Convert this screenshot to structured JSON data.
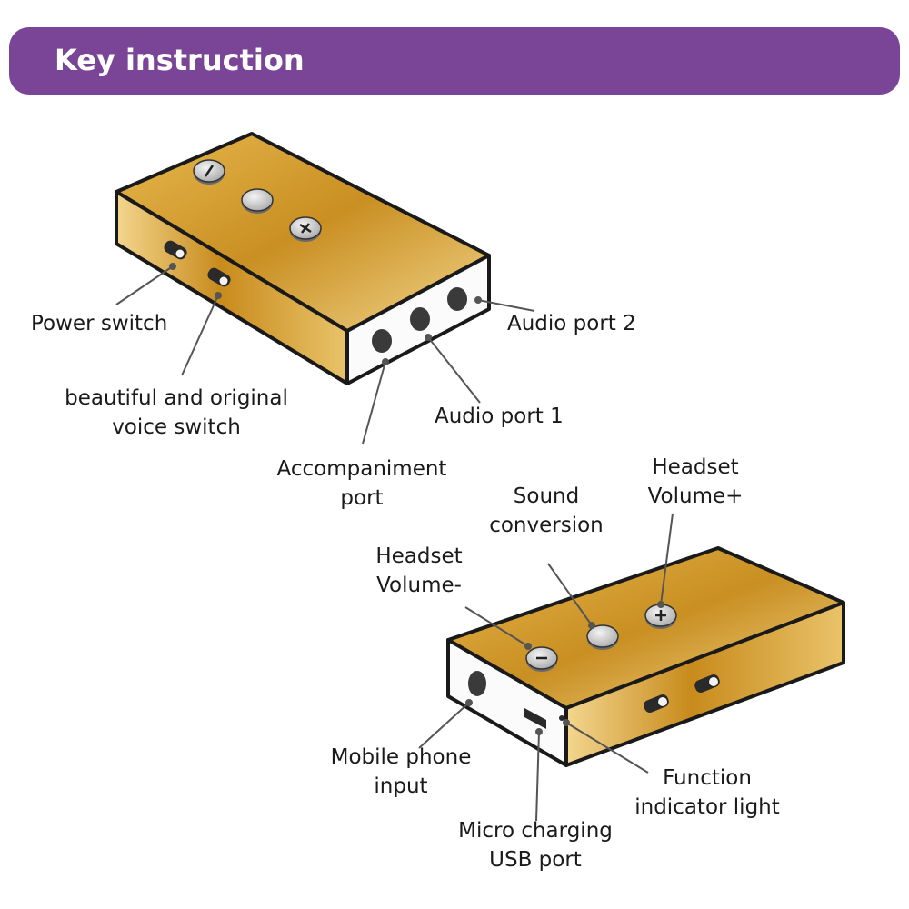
{
  "header": {
    "title": "Key instruction"
  },
  "colors": {
    "banner": "#7a4596",
    "device_gold": "#d4a23a",
    "device_end": "#fbfbfb",
    "outline": "#1a1a1a",
    "leader": "#555555"
  },
  "device_top": {
    "buttons": [
      "minus-button",
      "center-button",
      "plus-button"
    ],
    "labels": {
      "power_switch": "Power switch",
      "voice_switch_line1": "beautiful and original",
      "voice_switch_line2": "voice  switch",
      "accompaniment_line1": "Accompaniment",
      "accompaniment_line2": "port",
      "audio_port_1": "Audio port 1",
      "audio_port_2": "Audio port 2"
    }
  },
  "device_bottom": {
    "labels": {
      "headset_volume_minus_line1": "Headset",
      "headset_volume_minus_line2": "Volume-",
      "sound_conversion_line1": "Sound",
      "sound_conversion_line2": "conversion",
      "headset_volume_plus_line1": "Headset",
      "headset_volume_plus_line2": "Volume+",
      "mobile_phone_input_line1": "Mobile phone",
      "mobile_phone_input_line2": "input",
      "micro_usb_line1": "Micro charging",
      "micro_usb_line2": "USB port",
      "function_light_line1": "Function",
      "function_light_line2": "indicator light"
    }
  }
}
